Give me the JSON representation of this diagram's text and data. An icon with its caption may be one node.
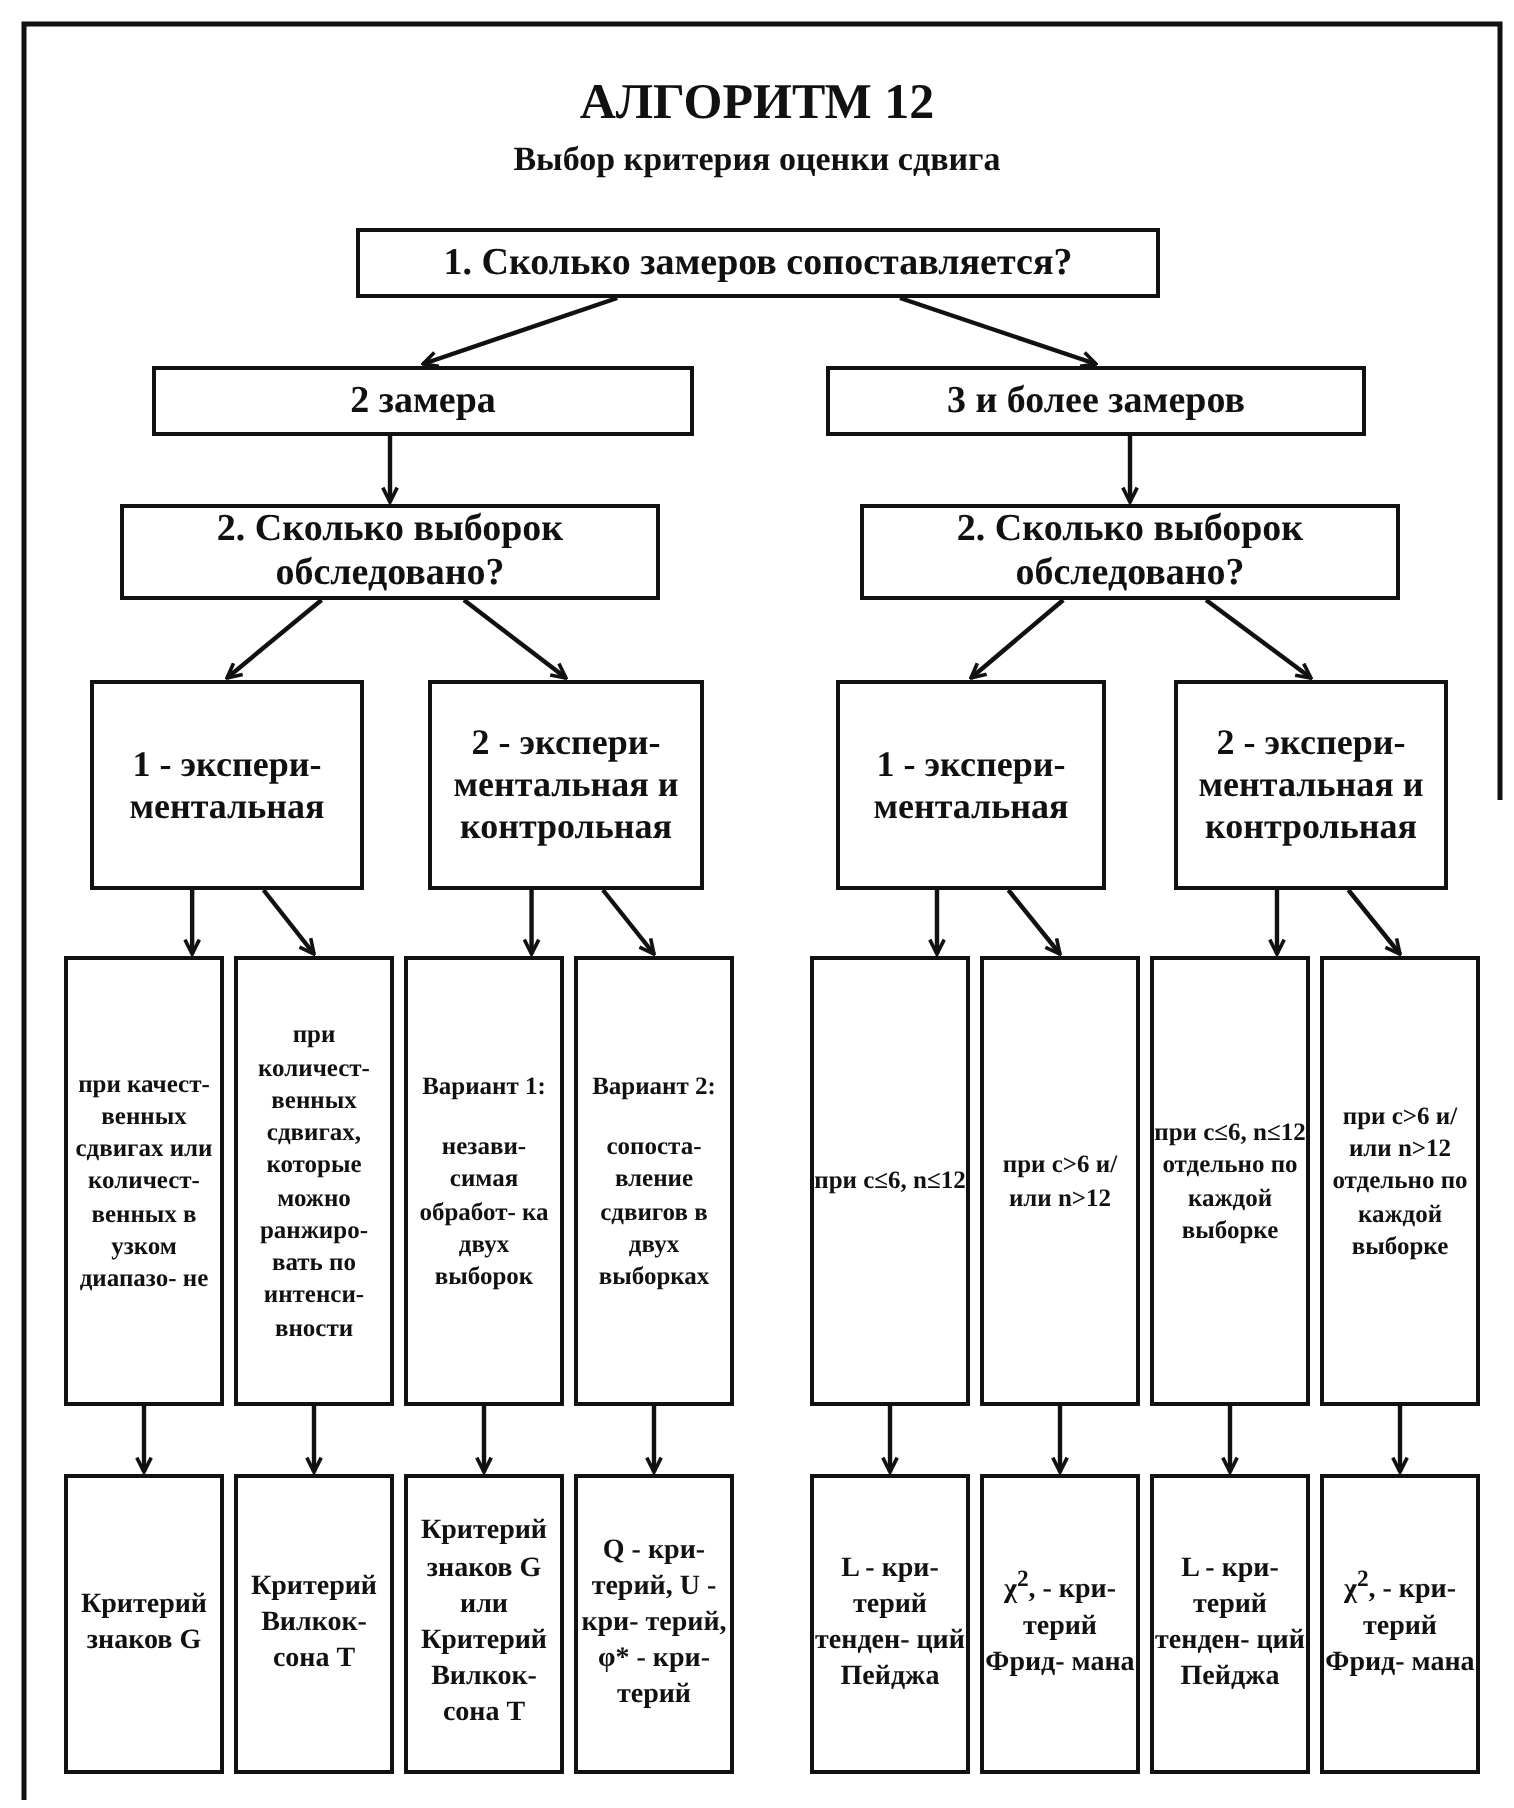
{
  "diagram": {
    "title": "АЛГОРИТМ 12",
    "labels": [
      "Выбор критерия оценки сдвига"
    ],
    "nodes": [
      {
        "text": [
          "1. Сколько замеров сопоставляется?"
        ]
      },
      {
        "text": [
          "2 замера"
        ]
      },
      {
        "text": [
          "3 и более замеров"
        ]
      },
      {
        "text": [
          "2. Сколько выборок обследовано?"
        ]
      },
      {
        "text": [
          "2. Сколько выборок обследовано?"
        ]
      },
      {
        "text": [
          "1 - экспери- ментальная"
        ]
      },
      {
        "text": [
          "2 - экспери- ментальная и контрольная"
        ]
      },
      {
        "text": [
          "1 - экспери- ментальная"
        ]
      },
      {
        "text": [
          "2 - экспери- ментальная и контрольная"
        ]
      },
      {
        "text": [
          "при качест- венных сдвигах или количест- венных в узком диапазо- не"
        ]
      },
      {
        "text": [
          "при количест- венных сдвигах, которые можно ранжиро- вать по интенси- вности"
        ]
      },
      {
        "text": [
          "Вариант 1:",
          "незави- симая обработ- ка двух выборок"
        ]
      },
      {
        "text": [
          "Вариант 2:",
          "сопоста- вление сдвигов в двух выборках"
        ]
      },
      {
        "text": [
          "при c≤6, n≤12"
        ]
      },
      {
        "text": [
          "при c>6 и/или n>12"
        ]
      },
      {
        "text": [
          "при c≤6, n≤12 отдельно по каждой выборке"
        ]
      },
      {
        "text": [
          "при c>6 и/или n>12 отдельно по каждой выборке"
        ]
      },
      {
        "text": [
          "Критерий знаков G"
        ]
      },
      {
        "text": [
          "Критерий Вилкок- сона T"
        ]
      },
      {
        "text": [
          "Критерий знаков G или Критерий Вилкок- сона T"
        ]
      },
      {
        "text": [
          "Q - кри- терий, U - кри- терий, φ* - кри- терий"
        ]
      },
      {
        "text": [
          "L - кри- терий тенден- ций Пейджа"
        ]
      },
      {
        "text": [
          "χ$^{2}$, - кри- терий Фрид- мана"
        ]
      },
      {
        "text": [
          "L - кри- терий тенден- ций Пейджа"
        ]
      },
      {
        "text": [
          "χ$^{2}$, - кри- терий Фрид- мана"
        ]
      }
    ],
    "edges": [
      {
        "from": 0,
        "to": 1,
        "arrow": "to"
      },
      {
        "from": 0,
        "to": 2,
        "arrow": "to"
      },
      {
        "from": 1,
        "to": 3,
        "arrow": "to"
      },
      {
        "from": 2,
        "to": 4,
        "arrow": "to"
      },
      {
        "from": 3,
        "to": 5,
        "arrow": "to"
      },
      {
        "from": 3,
        "to": 6,
        "arrow": "to"
      },
      {
        "from": 4,
        "to": 7,
        "arrow": "to"
      },
      {
        "from": 4,
        "to": 8,
        "arrow": "to"
      },
      {
        "from": 5,
        "to": 9,
        "arrow": "to"
      },
      {
        "from": 5,
        "to": 10,
        "arrow": "to"
      },
      {
        "from": 6,
        "to": 11,
        "arrow": "to"
      },
      {
        "from": 6,
        "to": 12,
        "arrow": "to"
      },
      {
        "from": 7,
        "to": 13,
        "arrow": "to"
      },
      {
        "from": 7,
        "to": 14,
        "arrow": "to"
      },
      {
        "from": 8,
        "to": 15,
        "arrow": "to"
      },
      {
        "from": 8,
        "to": 16,
        "arrow": "to"
      },
      {
        "from": 9,
        "to": 17,
        "arrow": "to"
      },
      {
        "from": 10,
        "to": 18,
        "arrow": "to"
      },
      {
        "from": 11,
        "to": 19,
        "arrow": "to"
      },
      {
        "from": 12,
        "to": 20,
        "arrow": "to"
      },
      {
        "from": 13,
        "to": 21,
        "arrow": "to"
      },
      {
        "from": 14,
        "to": 22,
        "arrow": "to"
      },
      {
        "from": 15,
        "to": 23,
        "arrow": "to"
      },
      {
        "from": 16,
        "to": 24,
        "arrow": "to"
      }
    ]
  }
}
